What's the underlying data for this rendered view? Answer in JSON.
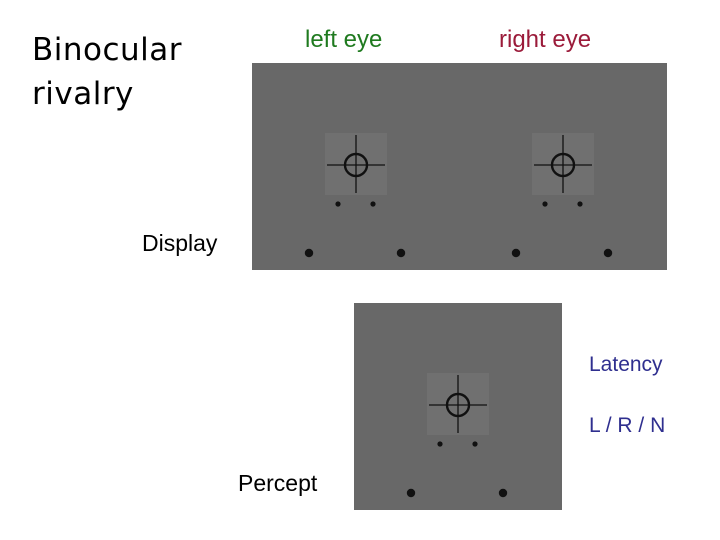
{
  "title": {
    "line1": "Binocular",
    "line2": "rivalry"
  },
  "eyes": {
    "left": {
      "label": "left eye",
      "color": "#1f7a1f"
    },
    "right": {
      "label": "right eye",
      "color": "#9b1b3a"
    }
  },
  "labels": {
    "display": "Display",
    "percept": "Percept"
  },
  "response": {
    "latency": "Latency",
    "options": "L / R / N",
    "color": "#2f2f8f"
  },
  "colors": {
    "panel": "#686868",
    "patch": "#707070",
    "stroke": "#111111"
  }
}
